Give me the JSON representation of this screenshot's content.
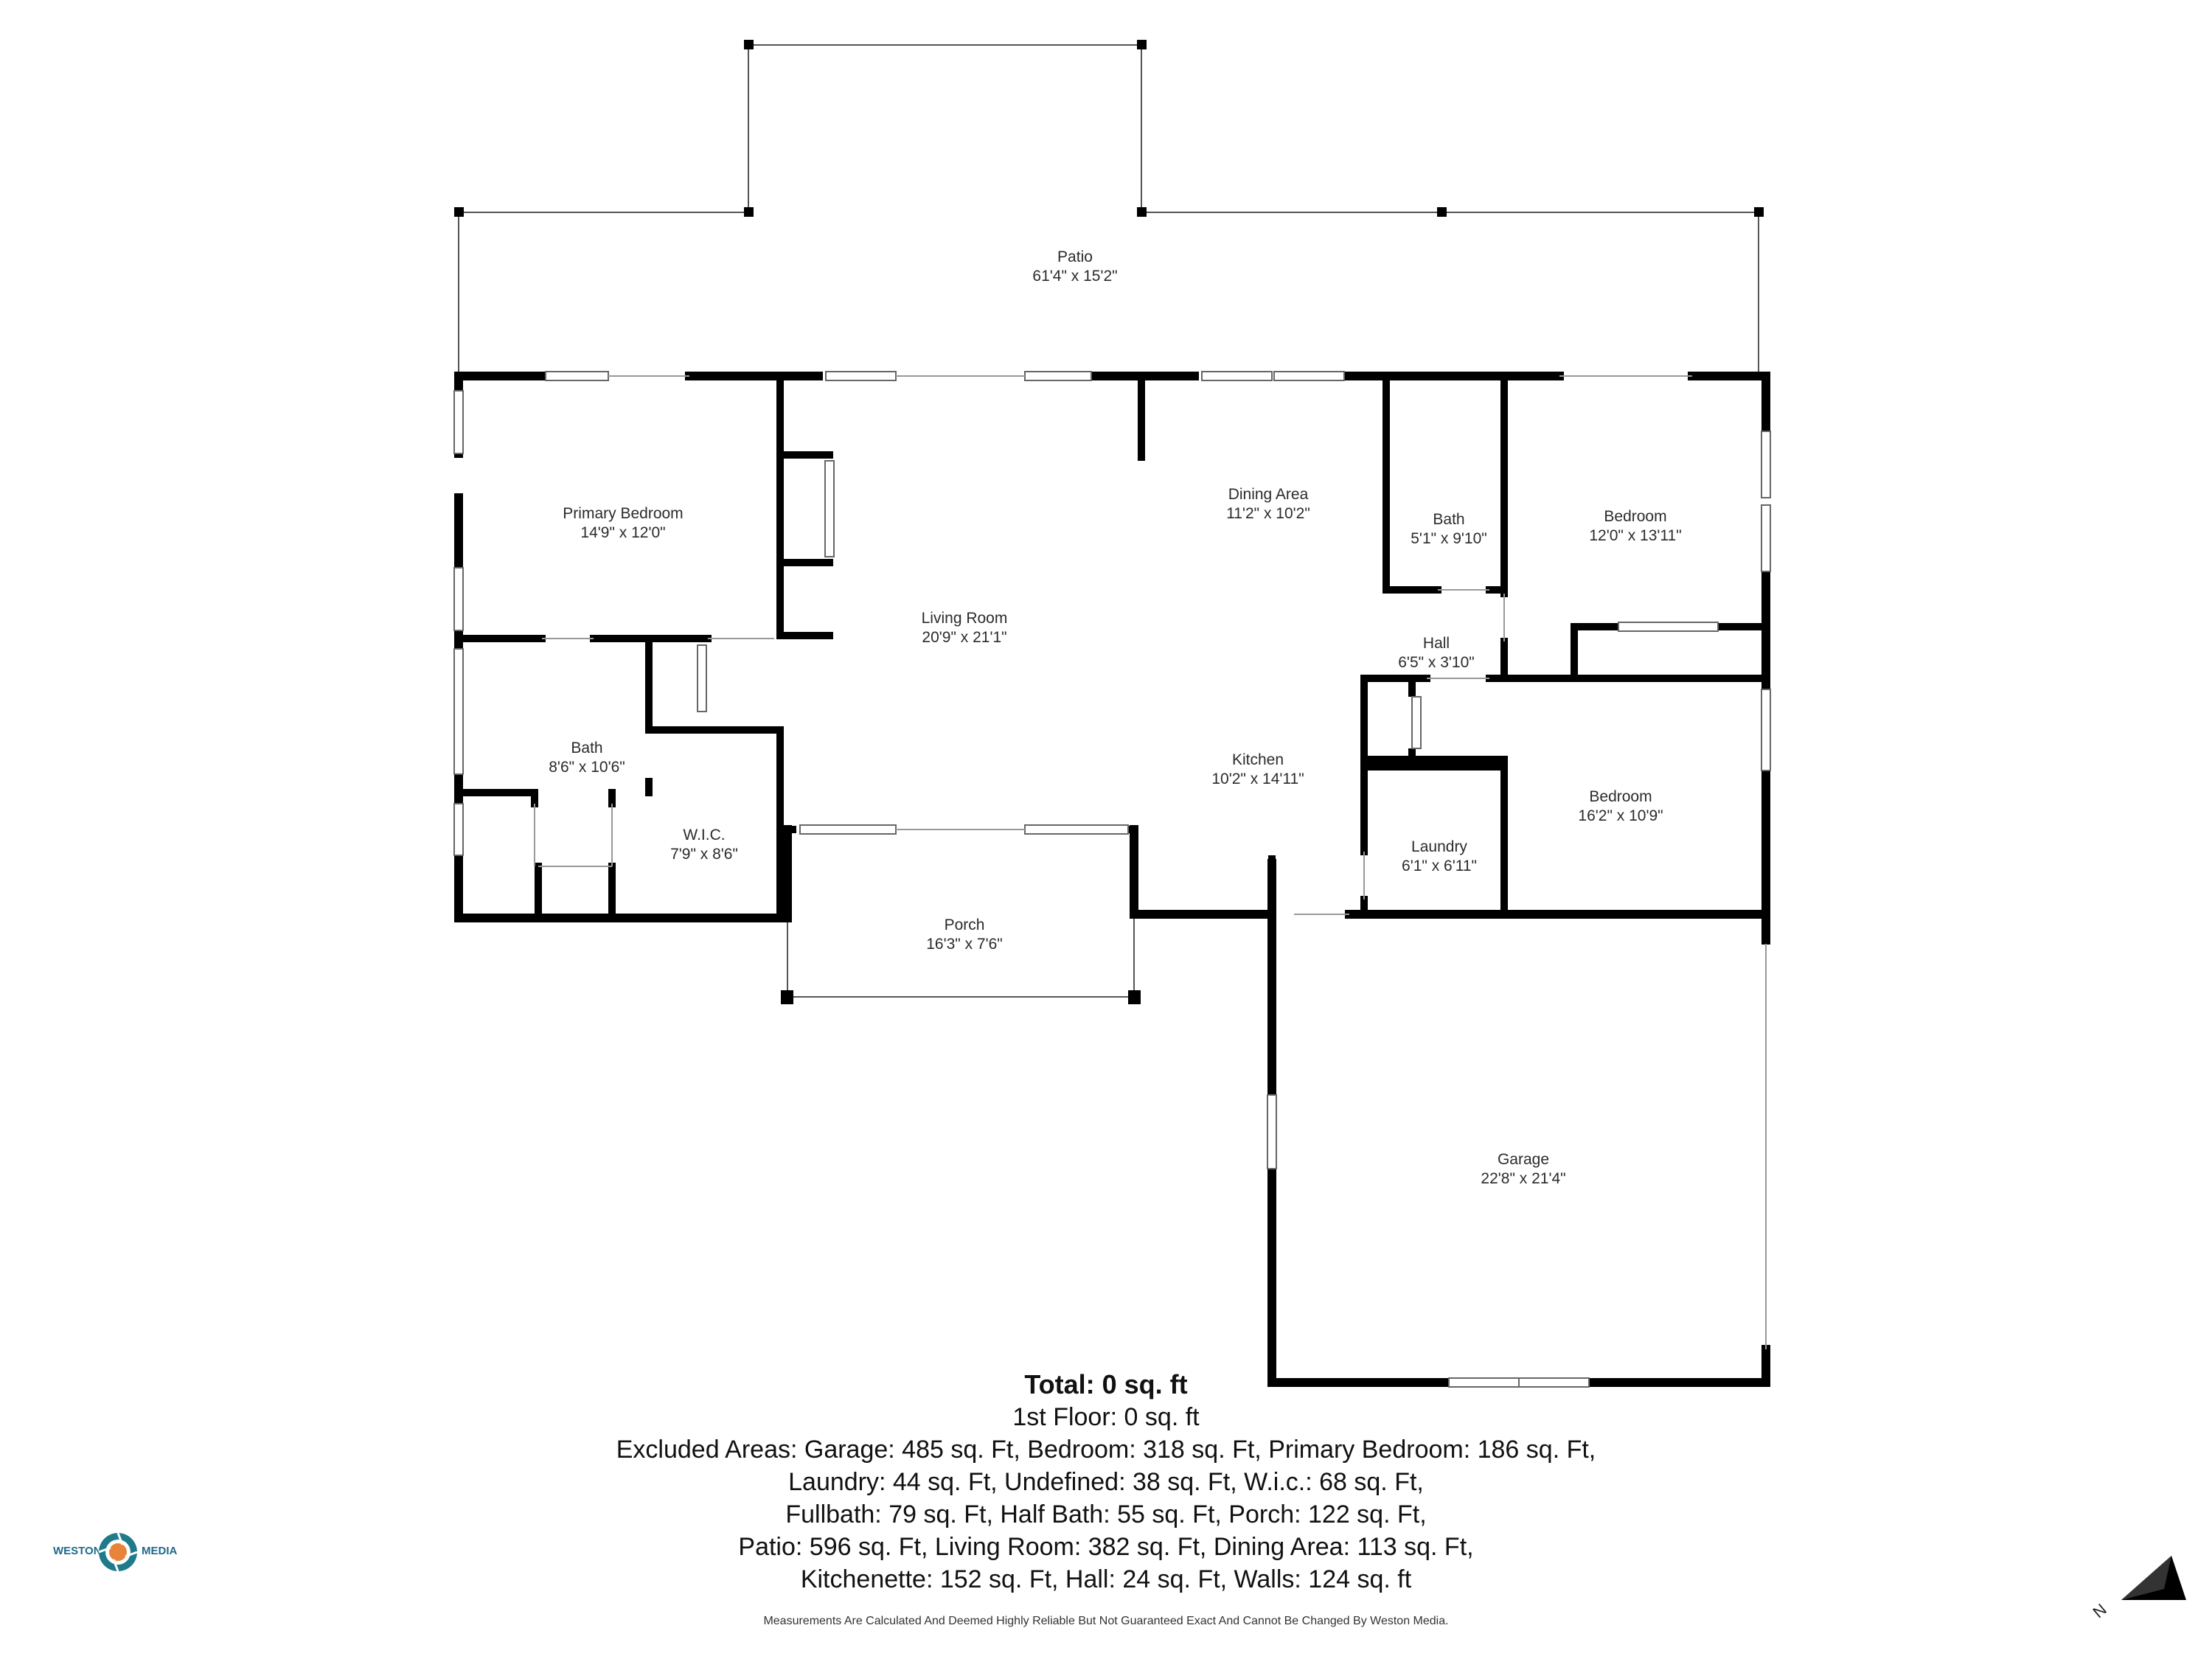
{
  "rooms": [
    {
      "name": "Patio",
      "dim": "61'4\" x 15'2\""
    },
    {
      "name": "Primary Bedroom",
      "dim": "14'9\" x 12'0\""
    },
    {
      "name": "Living Room",
      "dim": "20'9\" x 21'1\""
    },
    {
      "name": "Dining Area",
      "dim": "11'2\" x 10'2\""
    },
    {
      "name": "Bath",
      "dim": "5'1\" x 9'10\""
    },
    {
      "name": "Bedroom",
      "dim": "12'0\" x 13'11\""
    },
    {
      "name": "Hall",
      "dim": "6'5\" x 3'10\""
    },
    {
      "name": "Bath",
      "dim": "8'6\" x 10'6\""
    },
    {
      "name": "W.I.C.",
      "dim": "7'9\" x 8'6\""
    },
    {
      "name": "Kitchen",
      "dim": "10'2\" x 14'11\""
    },
    {
      "name": "Bedroom",
      "dim": "16'2\" x 10'9\""
    },
    {
      "name": "Laundry",
      "dim": "6'1\" x 6'11\""
    },
    {
      "name": "Porch",
      "dim": "16'3\" x 7'6\""
    },
    {
      "name": "Garage",
      "dim": "22'8\" x 21'4\""
    }
  ],
  "summary": {
    "total": "Total: 0 sq. ft",
    "floor": "1st Floor: 0 sq. ft",
    "excluded_1": "Excluded Areas: Garage: 485 sq. Ft, Bedroom: 318 sq. Ft, Primary Bedroom: 186 sq. Ft,",
    "excluded_2": "Laundry: 44 sq. Ft, Undefined: 38 sq. Ft, W.i.c.: 68 sq. Ft,",
    "excluded_3": "Fullbath: 79 sq. Ft, Half Bath: 55 sq. Ft, Porch: 122 sq. Ft,",
    "excluded_4": "Patio: 596 sq. Ft, Living Room: 382 sq. Ft, Dining Area: 113 sq. Ft,",
    "excluded_5": "Kitchenette: 152 sq. Ft, Hall: 24 sq. Ft, Walls: 124 sq. ft"
  },
  "disclaimer": "Measurements Are Calculated And Deemed Highly Reliable But Not Guaranteed Exact And Cannot Be Changed By Weston Media.",
  "logo": {
    "left_text": "WESTON",
    "right_text": "MEDIA"
  },
  "north_label": "N",
  "colors": {
    "wall": "#000000",
    "thin": "#555555",
    "logo_teal": "#1f7a8c",
    "logo_orange": "#e8833a"
  }
}
